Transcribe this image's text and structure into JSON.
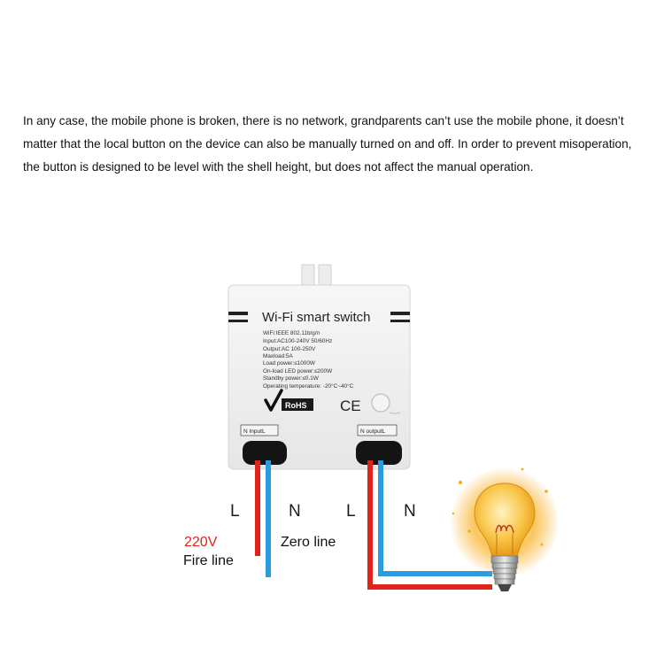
{
  "description": {
    "line1": "In any case, the mobile phone is broken, there is no network, grandparents can’t use the mobile phone, it doesn’t",
    "line2": "matter that the local button on the device can also be manually turned on and off. In order to prevent misoperation,",
    "line3": "the button is designed to be level with the shell height, but does not affect the manual operation."
  },
  "device": {
    "title": "Wi-Fi smart switch",
    "specs": [
      "WiFi:IEEE 802.11b/g/n",
      "Input:AC100-240V  50/60Hz",
      "Output:AC 100-250V",
      "Maxload:5A",
      "Load power:≤1000W",
      "On-load LED power:≤200W",
      "Standby power:≤0.1W",
      "Operating temperature: -20°C~40°C"
    ],
    "rohs_label": "RoHS",
    "ce_label": "CE",
    "input_port": "N  InputL",
    "output_port": "N  outputL"
  },
  "wiring": {
    "left_l": "L",
    "left_n": "N",
    "right_l": "L",
    "right_n": "N",
    "voltage": "220V",
    "fire_line": "Fire line",
    "zero_line": "Zero line"
  },
  "colors": {
    "live_wire": "#e2231a",
    "neutral_wire": "#2a9be0",
    "bulb_glow": "#f7a81b"
  }
}
